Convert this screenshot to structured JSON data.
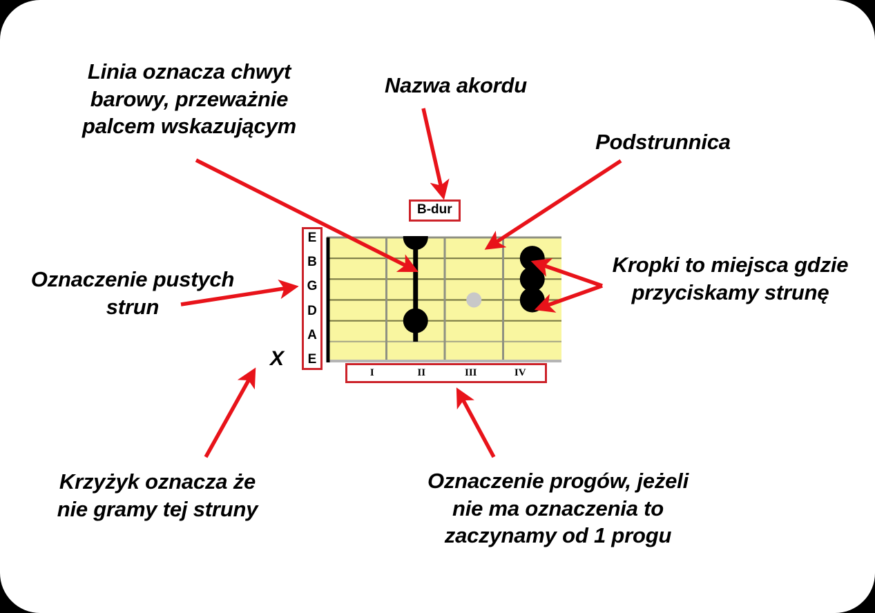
{
  "image": {
    "kind": "guitar-chord-diagram-infographic",
    "language": "pl",
    "background_color": "#ffffff",
    "accent_color": "#e8131a",
    "fretboard_color": "#f9f6a0",
    "dot_color": "#000000",
    "inlay_color": "#c8c8c8"
  },
  "chord": {
    "name": "B-dur",
    "strings": [
      "E",
      "B",
      "G",
      "D",
      "A",
      "E"
    ],
    "frets": [
      "I",
      "II",
      "III",
      "IV"
    ],
    "mute_marker": "X",
    "barre": {
      "fret": 2,
      "from_string": 1,
      "to_string": 6
    },
    "dots": [
      {
        "fret": 2,
        "string": 1
      },
      {
        "fret": 2,
        "string": 5
      },
      {
        "fret": 4,
        "string": 2
      },
      {
        "fret": 4,
        "string": 3
      },
      {
        "fret": 4,
        "string": 4
      }
    ],
    "inlay": {
      "fret": 3,
      "between_strings": [
        3,
        4
      ]
    }
  },
  "annotations": {
    "barre": "Linia oznacza chwyt\nbarowy, przeważnie\npalcem wskazującym",
    "chord_name": "Nazwa akordu",
    "fretboard": "Podstrunnica",
    "open_strings": "Oznaczenie pustych\nstrun",
    "dots": "Kropki to miejsca gdzie\nprzyciskamy strunę",
    "mute": "Krzyżyk oznacza że\nnie gramy tej struny",
    "frets": "Oznaczenie progów, jeżeli\nnie ma oznaczenia to\nzaczynamy od 1 progu"
  }
}
